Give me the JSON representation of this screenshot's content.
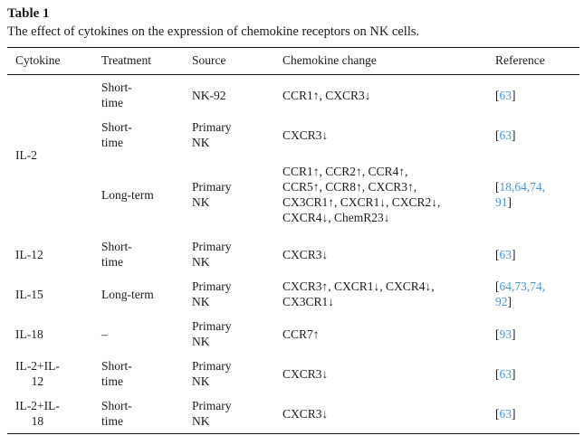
{
  "title": "Table 1",
  "caption": "The effect of cytokines on the expression of chemokine receptors on NK cells.",
  "colors": {
    "link_blue": "#4298d8",
    "text": "#1c1c1c",
    "rule": "#151515",
    "background": "#ffffff"
  },
  "table": {
    "columns": [
      "Cytokine",
      "Treatment",
      "Source",
      "Chemokine change",
      "Reference"
    ],
    "rows": [
      {
        "cytokine": "IL-2",
        "cytokine_rowspan": 3,
        "treatment": "Short-\ntime",
        "source": "NK-92",
        "change": "CCR1↑, CXCR3↓",
        "reference": {
          "open": "[",
          "numbers": "63",
          "close": "]"
        }
      },
      {
        "treatment": "Short-\ntime",
        "source": "Primary\nNK",
        "change": "CXCR3↓",
        "reference": {
          "open": "[",
          "numbers": "63",
          "close": "]"
        }
      },
      {
        "treatment": "Long-term",
        "source": "Primary\nNK",
        "change": "CCR1↑, CCR2↑, CCR4↑,\nCCR5↑, CCR8↑, CXCR3↑,\nCX3CR1↑, CXCR1↓, CXCR2↓,\nCXCR4↓, ChemR23↓",
        "reference": {
          "open": "[",
          "numbers": "18,64,74,\n91",
          "close": "]"
        }
      },
      {
        "cytokine": "IL-12",
        "treatment": "Short-\ntime",
        "source": "Primary\nNK",
        "change": "CXCR3↓",
        "reference": {
          "open": "[",
          "numbers": "63",
          "close": "]"
        }
      },
      {
        "cytokine": "IL-15",
        "treatment": "Long-term",
        "source": "Primary\nNK",
        "change": "CXCR3↑, CXCR1↓, CXCR4↓,\nCX3CR1↓",
        "reference": {
          "open": "[",
          "numbers": "64,73,74,\n92",
          "close": "]"
        }
      },
      {
        "cytokine": "IL-18",
        "treatment": "–",
        "source": "Primary\nNK",
        "change": "CCR7↑",
        "reference": {
          "open": "[",
          "numbers": "93",
          "close": "]"
        }
      },
      {
        "cytokine": "IL-2+IL-\n12",
        "treatment": "Short-\ntime",
        "source": "Primary\nNK",
        "change": "CXCR3↓",
        "reference": {
          "open": "[",
          "numbers": "63",
          "close": "]"
        }
      },
      {
        "cytokine": "IL-2+IL-\n18",
        "treatment": "Short-\ntime",
        "source": "Primary\nNK",
        "change": "CXCR3↓",
        "reference": {
          "open": "[",
          "numbers": "63",
          "close": "]"
        }
      }
    ]
  }
}
